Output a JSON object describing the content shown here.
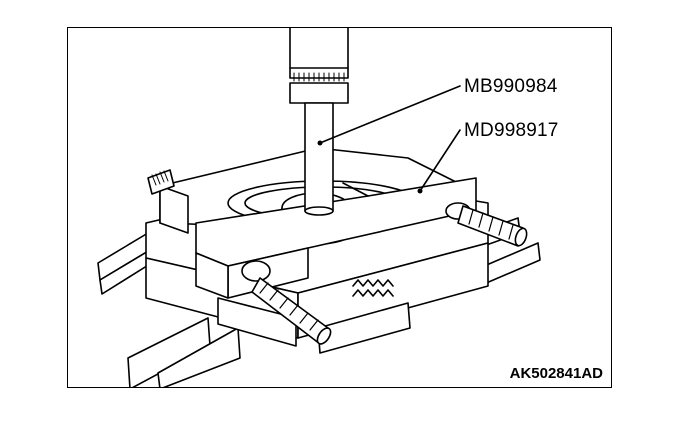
{
  "labels": {
    "tool_a": "MB990984",
    "tool_b": "MD998917"
  },
  "figure_code": "AK502841AD",
  "colors": {
    "ink": "#000000",
    "paper": "#ffffff"
  },
  "icons": [
    "bearing-puller-illustration"
  ]
}
